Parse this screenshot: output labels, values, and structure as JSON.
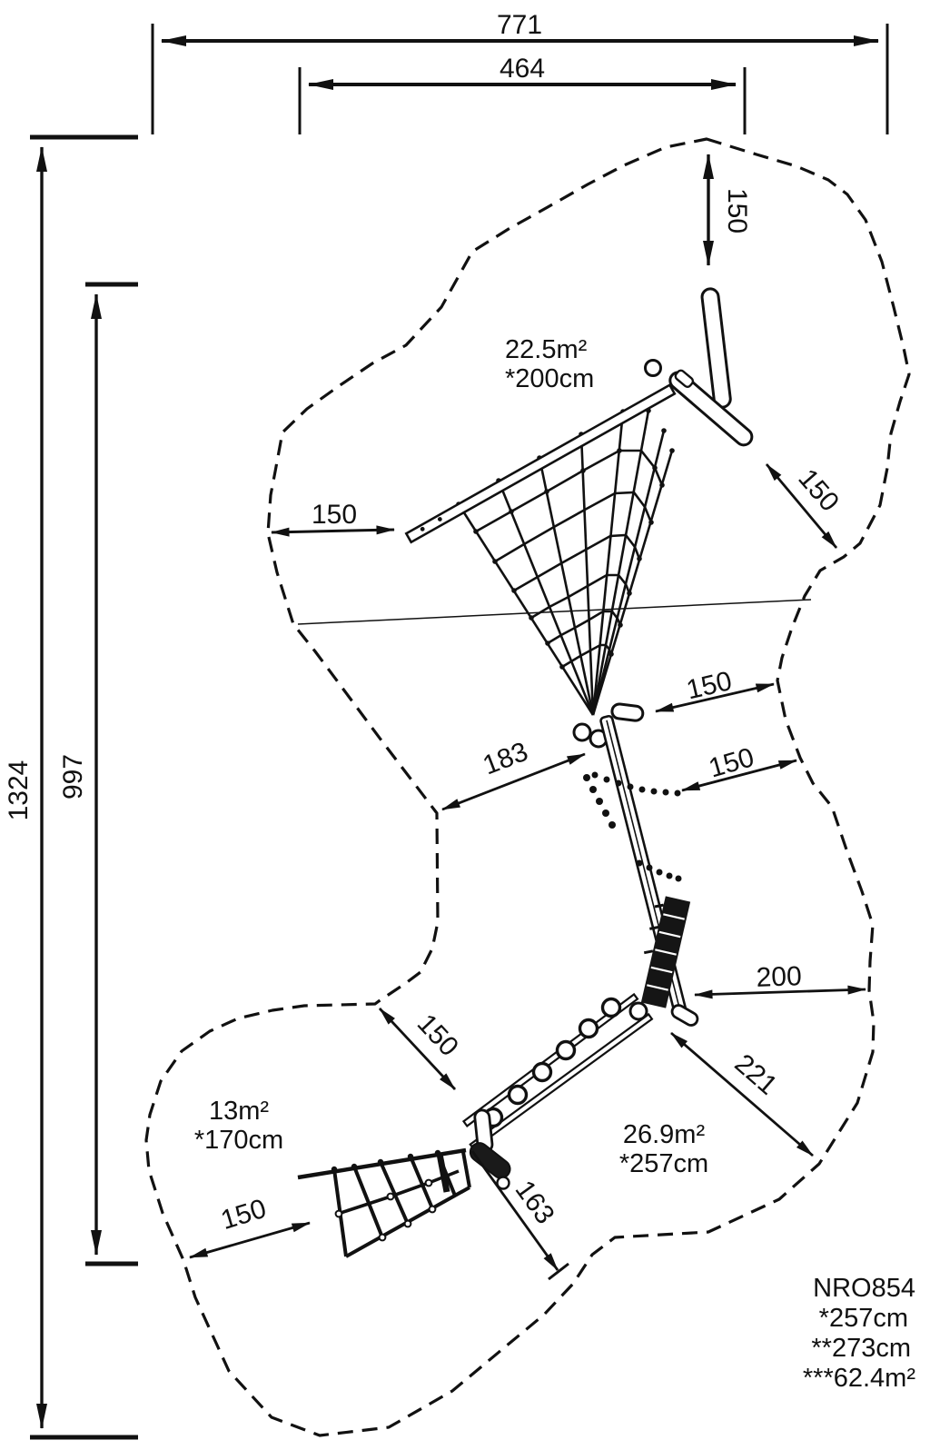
{
  "drawing": {
    "type": "playground-equipment-plan",
    "line_color": "#111111",
    "background": "#ffffff"
  },
  "dims": {
    "overall_width": "771",
    "inner_width": "464",
    "overall_height": "1324",
    "inner_height": "997",
    "clearance_top": "150",
    "clearance_left": "150",
    "clearance_top_right": "150",
    "clearance_mid_upper": "150",
    "clearance_mid_lower": "150",
    "dist_183": "183",
    "dist_200": "200",
    "dist_221": "221",
    "clearance_lobe": "150",
    "clearance_bottom_left": "150",
    "dist_163": "163"
  },
  "zones": [
    {
      "area": "22.5m²",
      "fall_height": "*200cm"
    },
    {
      "area": "13m²",
      "fall_height": "*170cm"
    },
    {
      "area": "26.9m²",
      "fall_height": "*257cm"
    }
  ],
  "product": {
    "code": "NRO854",
    "fall_height": "*257cm",
    "total_height": "**273cm",
    "safety_area": "***62.4m²"
  }
}
